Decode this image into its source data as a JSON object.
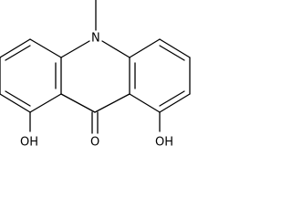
{
  "structure": {
    "atom_labels": {
      "nitrogen": "N",
      "carbonyl_oxygen": "O",
      "hydroxyl_left": "OH",
      "hydroxyl_right": "OH"
    },
    "colors": {
      "bond": "#000000",
      "text": "#000000",
      "background": "#ffffff"
    }
  }
}
